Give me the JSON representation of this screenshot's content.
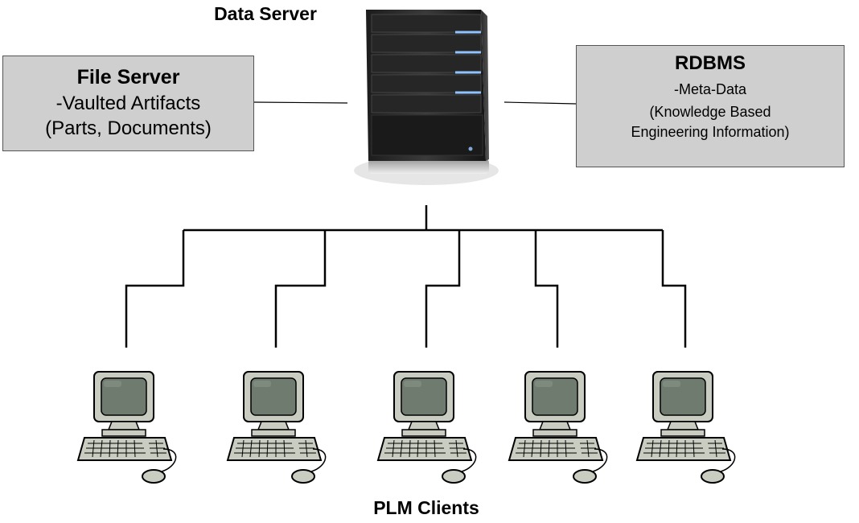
{
  "server": {
    "title": "Data Server",
    "icon": "server-tower-icon"
  },
  "file_server": {
    "title": "File Server",
    "line1": "-Vaulted Artifacts",
    "line2": "(Parts, Documents)"
  },
  "rdbms": {
    "title": "RDBMS",
    "line1": "-Meta-Data",
    "line2": "(Knowledge Based",
    "line3": "Engineering Information)"
  },
  "clients": {
    "title": "PLM Clients",
    "icon": "computer-workstation-icon",
    "count": 5
  },
  "colors": {
    "box_fill": "#cfcfcf",
    "monitor_screen": "#6f7b6f",
    "computer_body": "#c9ccc0"
  }
}
